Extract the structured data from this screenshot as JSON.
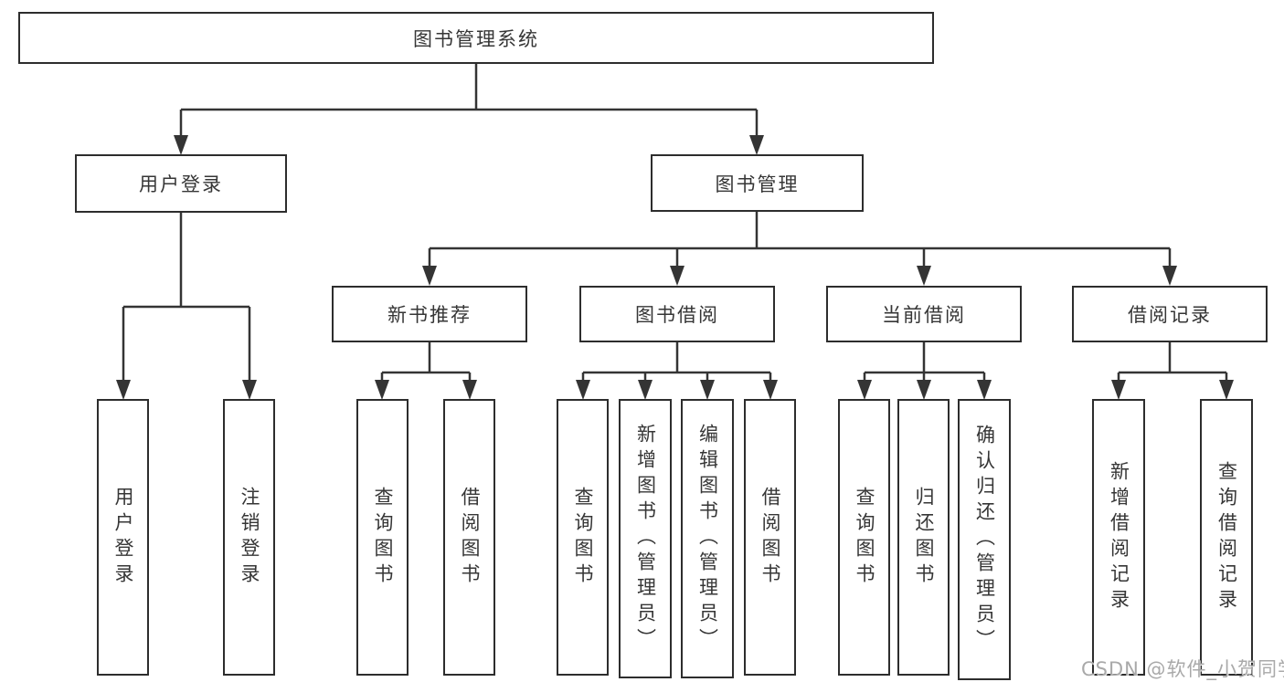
{
  "diagram": {
    "root": {
      "label": "图书管理系统"
    },
    "branches": [
      {
        "label": "用户登录",
        "children": [
          {
            "label": "用户登录"
          },
          {
            "label": "注销登录"
          }
        ]
      },
      {
        "label": "图书管理",
        "sections": [
          {
            "label": "新书推荐",
            "children": [
              {
                "label": "查询图书"
              },
              {
                "label": "借阅图书"
              }
            ]
          },
          {
            "label": "图书借阅",
            "children": [
              {
                "label": "查询图书"
              },
              {
                "label": "新增图书（管理员）"
              },
              {
                "label": "编辑图书（管理员）"
              },
              {
                "label": "借阅图书"
              }
            ]
          },
          {
            "label": "当前借阅",
            "children": [
              {
                "label": "查询图书"
              },
              {
                "label": "归还图书"
              },
              {
                "label": "确认归还（管理员）"
              }
            ]
          },
          {
            "label": "借阅记录",
            "children": [
              {
                "label": "新增借阅记录"
              },
              {
                "label": "查询借阅记录"
              }
            ]
          }
        ]
      }
    ]
  },
  "watermark": {
    "text": "CSDN @软件_小贺同学"
  },
  "colors": {
    "line": "#343434",
    "border": "#2d2d2d",
    "text": "#363636",
    "background": "#ffffff",
    "watermark": "#a9a9a9"
  }
}
